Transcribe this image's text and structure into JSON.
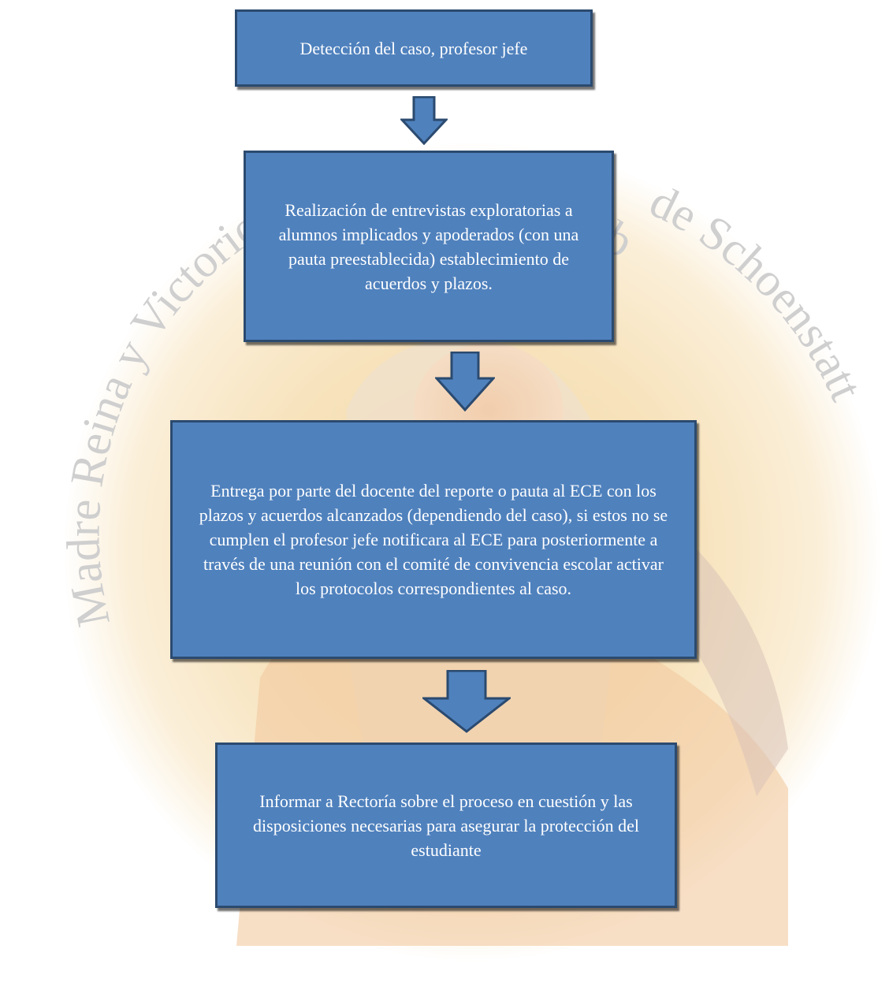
{
  "watermark": {
    "text_top": "tres veces Admirable",
    "text_left": "Madre Reina y Victoriosa",
    "text_right": "de Schoenstatt",
    "text_color": "#cfcfcf"
  },
  "colors": {
    "box_fill": "#4f81bd",
    "box_border": "#2b4a6f",
    "arrow_fill": "#4f81bd",
    "text": "#ffffff"
  },
  "steps": [
    {
      "text": "Detección del caso, profesor jefe"
    },
    {
      "text": "Realización de entrevistas exploratorias a alumnos implicados y apoderados (con una pauta preestablecida) establecimiento de acuerdos y plazos."
    },
    {
      "text": "Entrega por parte del docente del reporte o pauta al ECE con los plazos y acuerdos alcanzados (dependiendo del caso), si estos no se cumplen el profesor jefe notificara al ECE para posteriormente a través de una reunión con el comité de convivencia escolar activar los protocolos correspondientes al caso."
    },
    {
      "text": "Informar a Rectoría sobre el proceso en cuestión y las disposiciones necesarias para asegurar la protección del estudiante"
    }
  ]
}
